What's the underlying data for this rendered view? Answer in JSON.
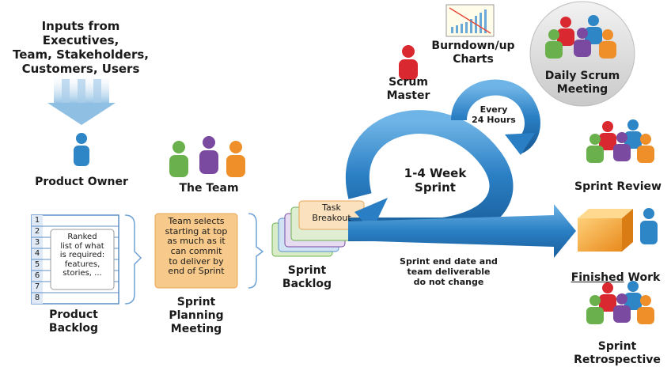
{
  "inputs_label": "Inputs from Executives,\nTeam, Stakeholders,\nCustomers, Users",
  "product_owner": "Product Owner",
  "the_team": "The Team",
  "backlog_rows": [
    "1",
    "2",
    "3",
    "4",
    "5",
    "6",
    "7",
    "8"
  ],
  "backlog_note": "Ranked\nlist of what\nis required:\nfeatures,\nstories, ...",
  "product_backlog": "Product\nBacklog",
  "team_selects": "Team selects\nstarting at top\nas much as it\ncan commit\nto deliver by\nend of Sprint",
  "sprint_planning": "Sprint\nPlanning\nMeeting",
  "task_breakout": "Task\nBreakout",
  "sprint_backlog": "Sprint\nBacklog",
  "scrum_master": "Scrum\nMaster",
  "burndown": "Burndown/up\nCharts",
  "daily_scrum": "Daily Scrum\nMeeting",
  "every_24": "Every\n24 Hours",
  "sprint_length": "1-4 Week\nSprint",
  "sprint_end_note": "Sprint end date and\nteam deliverable\ndo not change",
  "sprint_review": "Sprint Review",
  "finished_word": "Finished",
  "work_word": " Work",
  "sprint_retro": "Sprint\nRetrospective",
  "colors": {
    "blue_arrow": "#2a7fc4",
    "product_owner": "#2f86c6",
    "red": "#d9282f",
    "green": "#6ab04c",
    "purple": "#7a4aa0",
    "orange": "#ef8f2a",
    "note_orange": "#f7c98a",
    "box_orange": "#f4a53a"
  }
}
